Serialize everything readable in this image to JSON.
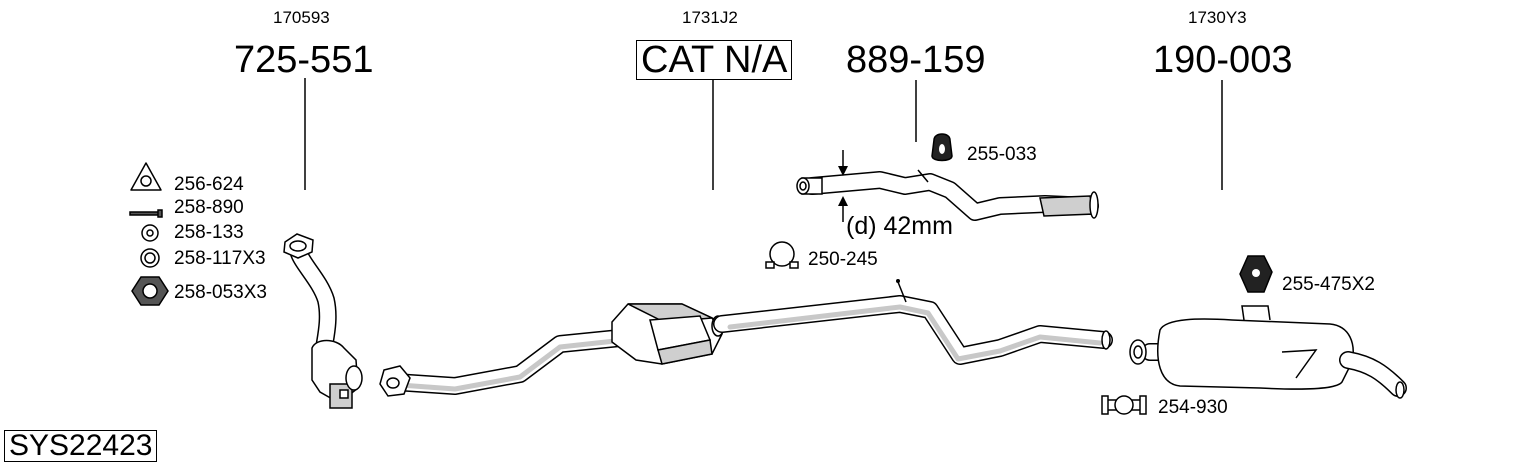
{
  "parts": {
    "front_pipe": {
      "ref": "170593",
      "number": "725-551"
    },
    "catalyst": {
      "ref": "1731J2",
      "number": "CAT N/A"
    },
    "middle_pipe": {
      "number": "889-159"
    },
    "rear_silencer": {
      "ref": "1730Y3",
      "number": "190-003"
    }
  },
  "accessories": {
    "gasket_3bolt": "256-624",
    "bolt": "258-890",
    "ring": "258-133",
    "washer": "258-117X3",
    "nut": "258-053X3",
    "rubber_mount_middle": "255-033",
    "clamp_middle": "250-245",
    "rubber_mount_rear": "255-475X2",
    "clamp_rear": "254-930"
  },
  "diameter_note": "(d) 42mm",
  "system_id": "SYS22423"
}
